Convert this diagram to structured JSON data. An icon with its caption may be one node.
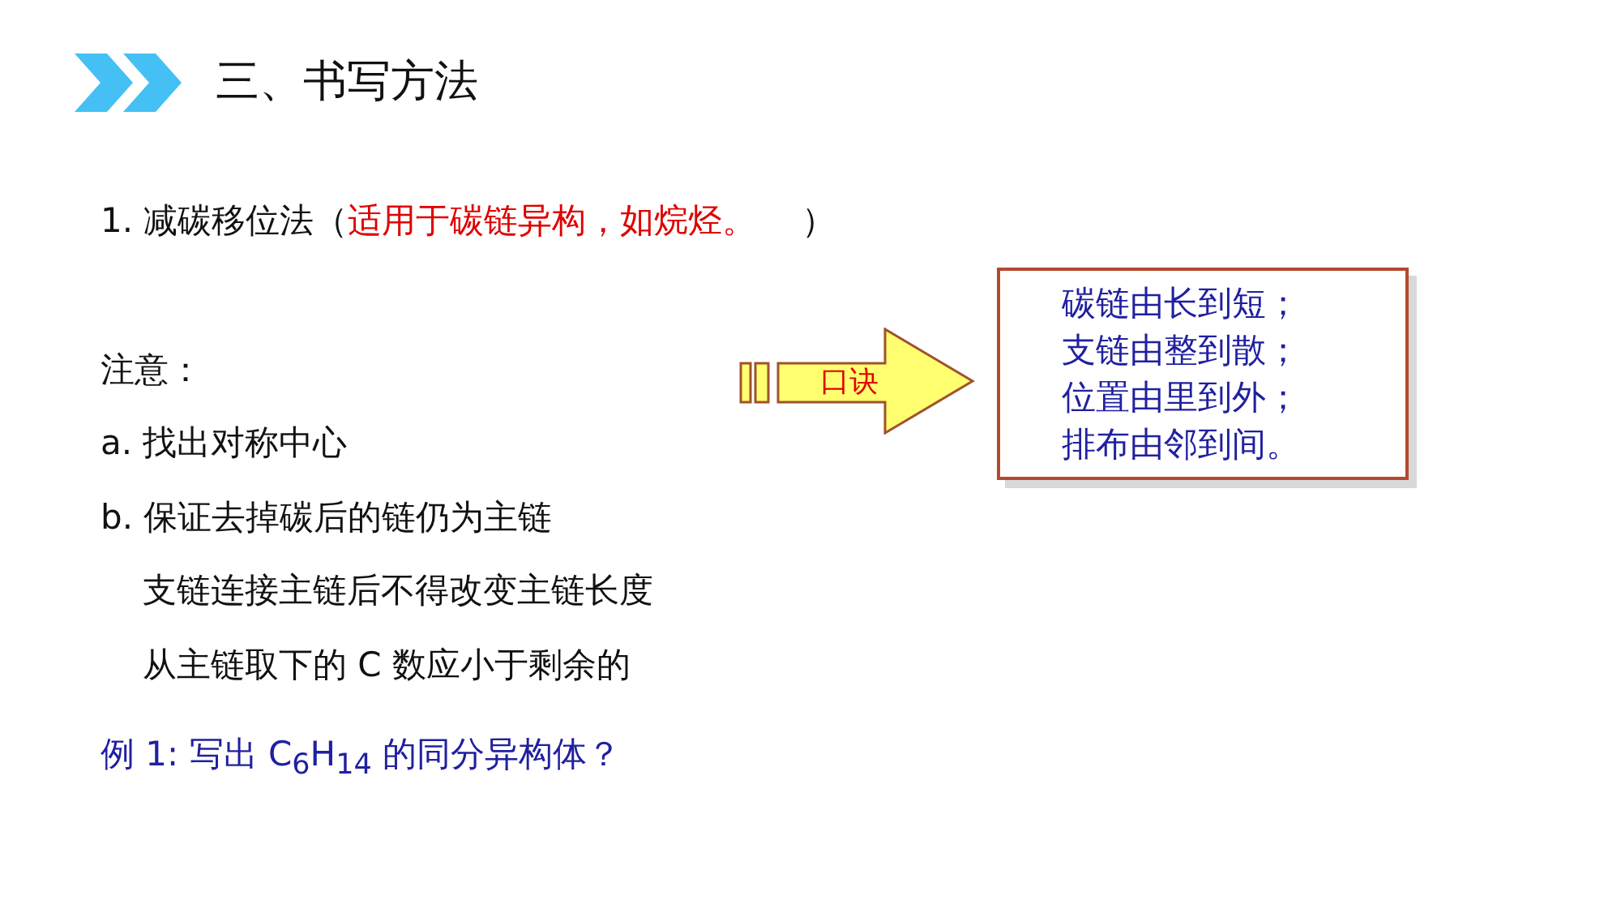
{
  "diagram": {
    "title": "三、书写方法",
    "nodes": [
      {
        "text": [
          "口诀"
        ]
      },
      {
        "text": [
          "碳链由长到短；",
          "支链由整到散；",
          "位置由里到外；",
          "排布由邻到间。"
        ]
      }
    ],
    "labels": [
      "1.  减碳移位法（",
      "适用于碳链异构，如烷烃。",
      "）",
      "注意：",
      "a.  找出对称中心",
      "b.  保证去掉碳后的链仍为主链",
      "支链连接主链后不得改变主链长度",
      "从主链取下的 C 数应小于剩余的",
      "例 1:  写出 C$_{6}$H$_{14}$ 的同分异构体？"
    ]
  }
}
